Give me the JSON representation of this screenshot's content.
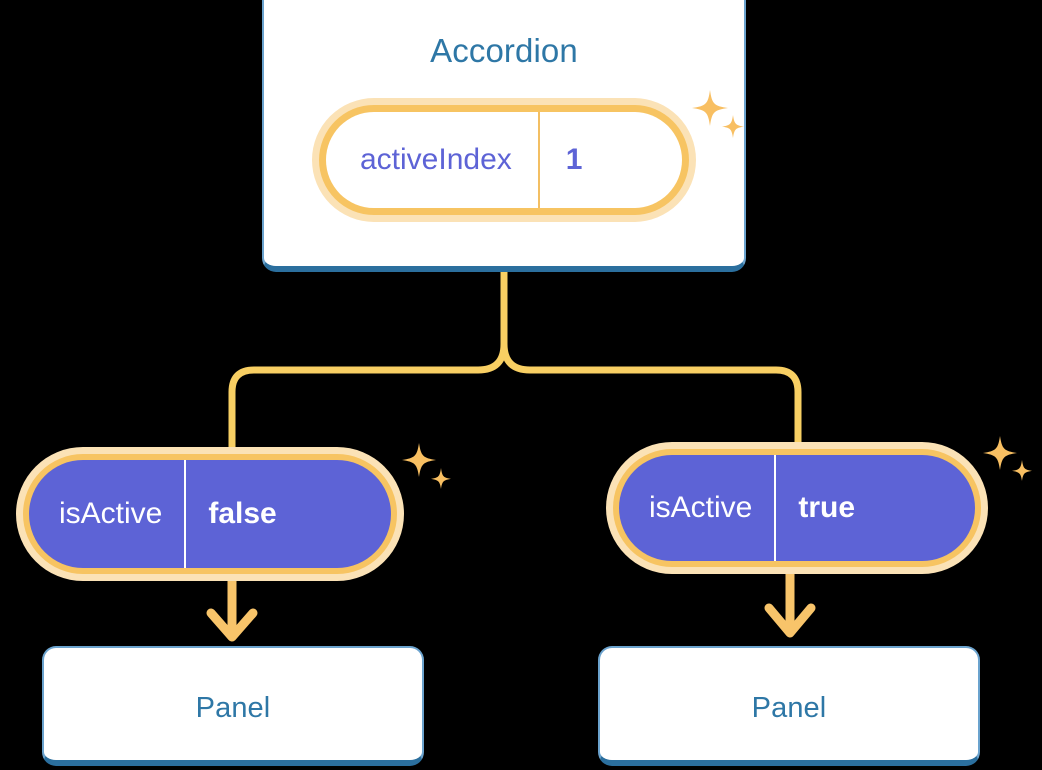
{
  "diagram": {
    "type": "component-tree",
    "theme": {
      "background": "#000000",
      "card_fill": "#ffffff",
      "card_border": "#6ba3ce",
      "card_shadow": "#2b6f9e",
      "title_color": "#2e77a6",
      "pill_purple": "#5d63d6",
      "pill_ring": "#f7c462",
      "pill_glow": "#fbe2b6",
      "connector": "#f8cf63",
      "arrow": "#f8c46a",
      "value_text_light": "#5d63d6",
      "value_text_solid": "#ffffff"
    }
  },
  "root": {
    "title": "Accordion",
    "state": {
      "key": "activeIndex",
      "value": "1",
      "style": "light-pill",
      "highlighted": true
    },
    "sparkle_icon": "sparkle-icon"
  },
  "children": [
    {
      "prop": {
        "key": "isActive",
        "value": "false",
        "style": "solid-pill",
        "highlighted": true
      },
      "component": {
        "title": "Panel"
      },
      "arrow_icon": "arrow-down-icon",
      "sparkle_icon": "sparkle-icon"
    },
    {
      "prop": {
        "key": "isActive",
        "value": "true",
        "style": "solid-pill",
        "highlighted": true
      },
      "component": {
        "title": "Panel"
      },
      "arrow_icon": "arrow-down-icon",
      "sparkle_icon": "sparkle-icon"
    }
  ],
  "connectors": {
    "fork_icon": "tree-fork-connector",
    "from": "Accordion",
    "to": [
      "isActive false",
      "isActive true"
    ]
  }
}
